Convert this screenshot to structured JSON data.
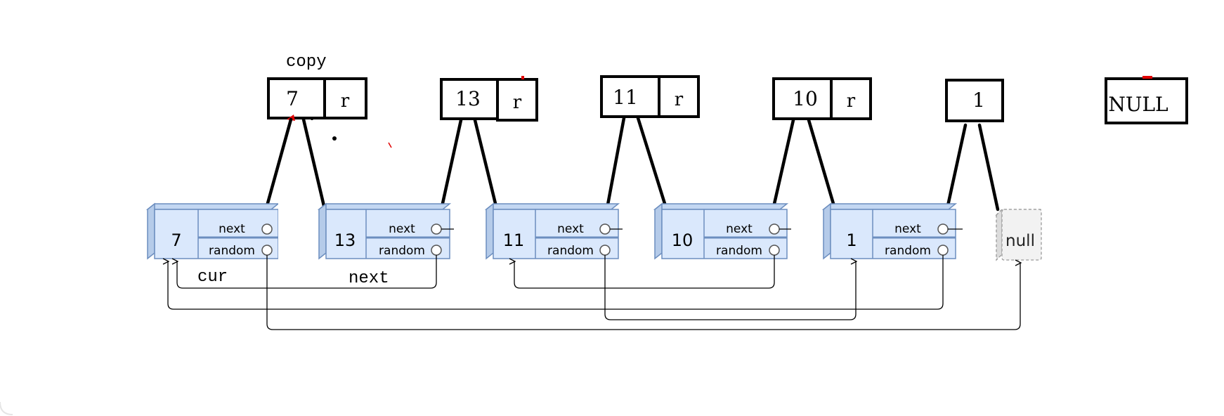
{
  "labels": {
    "copy": "copy",
    "cur": "cur",
    "next": "next"
  },
  "copy_nodes": [
    {
      "value": "7",
      "r": "r"
    },
    {
      "value": "13",
      "r": "r"
    },
    {
      "value": "11",
      "r": "r"
    },
    {
      "value": "10",
      "r": "r"
    },
    {
      "value": "1",
      "r": ""
    }
  ],
  "copy_null": "NULL",
  "list_nodes": [
    {
      "value": "7",
      "next_label": "next",
      "random_label": "random"
    },
    {
      "value": "13",
      "next_label": "next",
      "random_label": "random"
    },
    {
      "value": "11",
      "next_label": "next",
      "random_label": "random"
    },
    {
      "value": "10",
      "next_label": "next",
      "random_label": "random"
    },
    {
      "value": "1",
      "next_label": "next",
      "random_label": "random"
    }
  ],
  "list_null": "null",
  "colors": {
    "node_fill": "#dae8fc",
    "node_stroke": "#6c8ebf",
    "node_top": "#c3d7f2",
    "null_fill": "#f2f2f2",
    "null_stroke": "#999999",
    "copy_stroke": "#000000",
    "accent_red": "#e00000"
  }
}
